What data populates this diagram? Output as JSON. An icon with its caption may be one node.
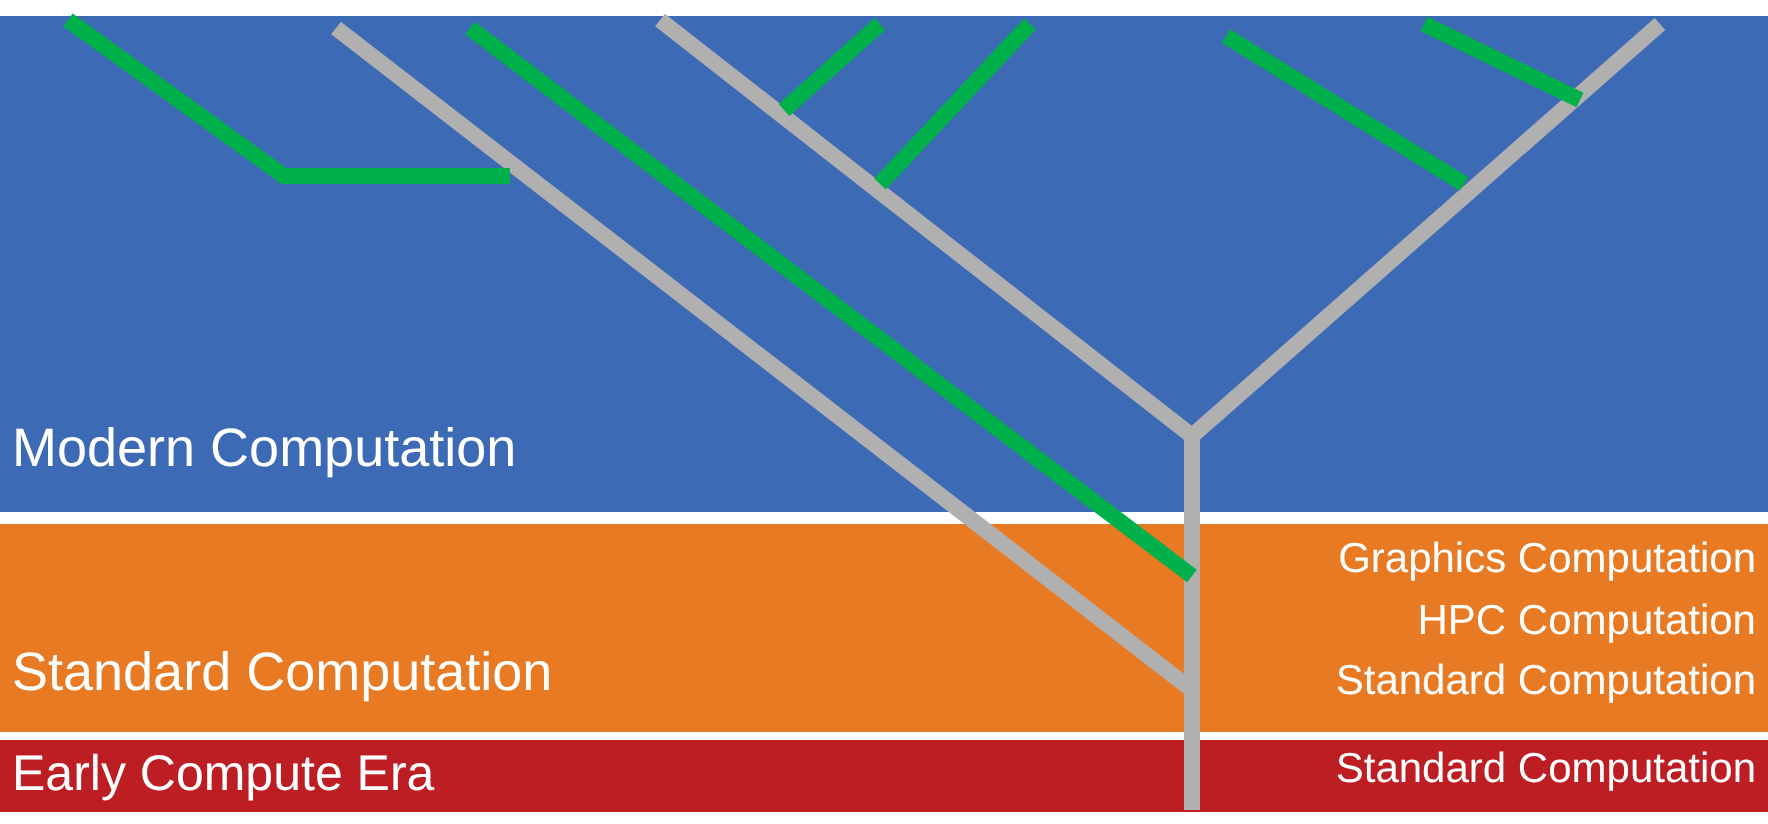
{
  "diagram": {
    "nodes": [
      {
        "text": [
          "Modern Computation"
        ]
      },
      {
        "text": [
          "Standard Computation",
          "Graphics Computation",
          "HPC Computation",
          "Standard Computation"
        ]
      },
      {
        "text": [
          "Early Compute Era",
          "Standard Computation"
        ]
      }
    ]
  }
}
